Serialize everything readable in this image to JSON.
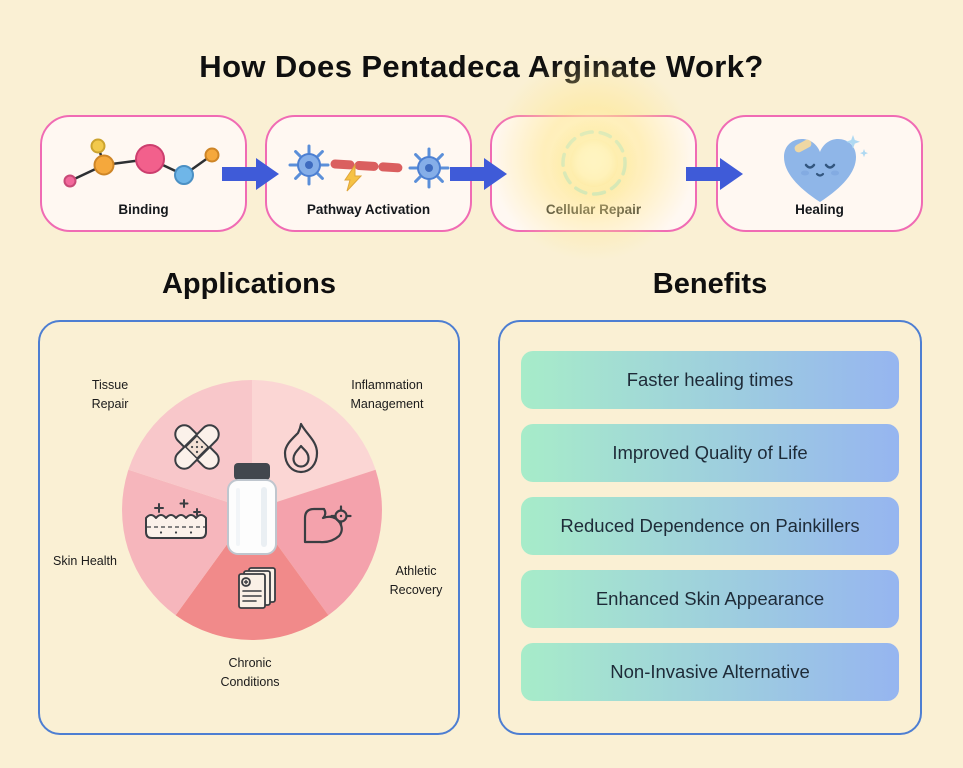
{
  "page": {
    "title": "How Does Pentadeca Arginate Work?",
    "background_color": "#FAF0D4"
  },
  "process": {
    "box_border_color": "#F06BB4",
    "arrow_color": "#3F5BD8",
    "steps": [
      {
        "label": "Binding",
        "icon": "molecule-icon"
      },
      {
        "label": "Pathway Activation",
        "icon": "neuron-pathway-icon"
      },
      {
        "label": "Cellular Repair",
        "icon": "cell-glow-icon"
      },
      {
        "label": "Healing",
        "icon": "healing-heart-icon"
      }
    ]
  },
  "applications": {
    "heading": "Applications",
    "border_color": "#4D7ED2",
    "center_icon": "vial-icon",
    "segments": [
      {
        "label": "Tissue Repair",
        "color": "#F8C7CA",
        "icon": "bandage-icon"
      },
      {
        "label": "Inflammation Management",
        "color": "#FBD6D4",
        "icon": "flame-icon"
      },
      {
        "label": "Athletic Recovery",
        "color": "#F4A2AC",
        "icon": "muscle-icon"
      },
      {
        "label": "Chronic Conditions",
        "color": "#F18A8A",
        "icon": "documents-icon"
      },
      {
        "label": "Skin Health",
        "color": "#F6B6BC",
        "icon": "skin-icon"
      }
    ]
  },
  "benefits": {
    "heading": "Benefits",
    "border_color": "#4D7ED2",
    "pill_gradient_from": "#A7ECC9",
    "pill_gradient_to": "#96B5F0",
    "items": [
      "Faster healing times",
      "Improved Quality of Life",
      "Reduced Dependence on Painkillers",
      "Enhanced Skin Appearance",
      "Non-Invasive Alternative"
    ]
  }
}
